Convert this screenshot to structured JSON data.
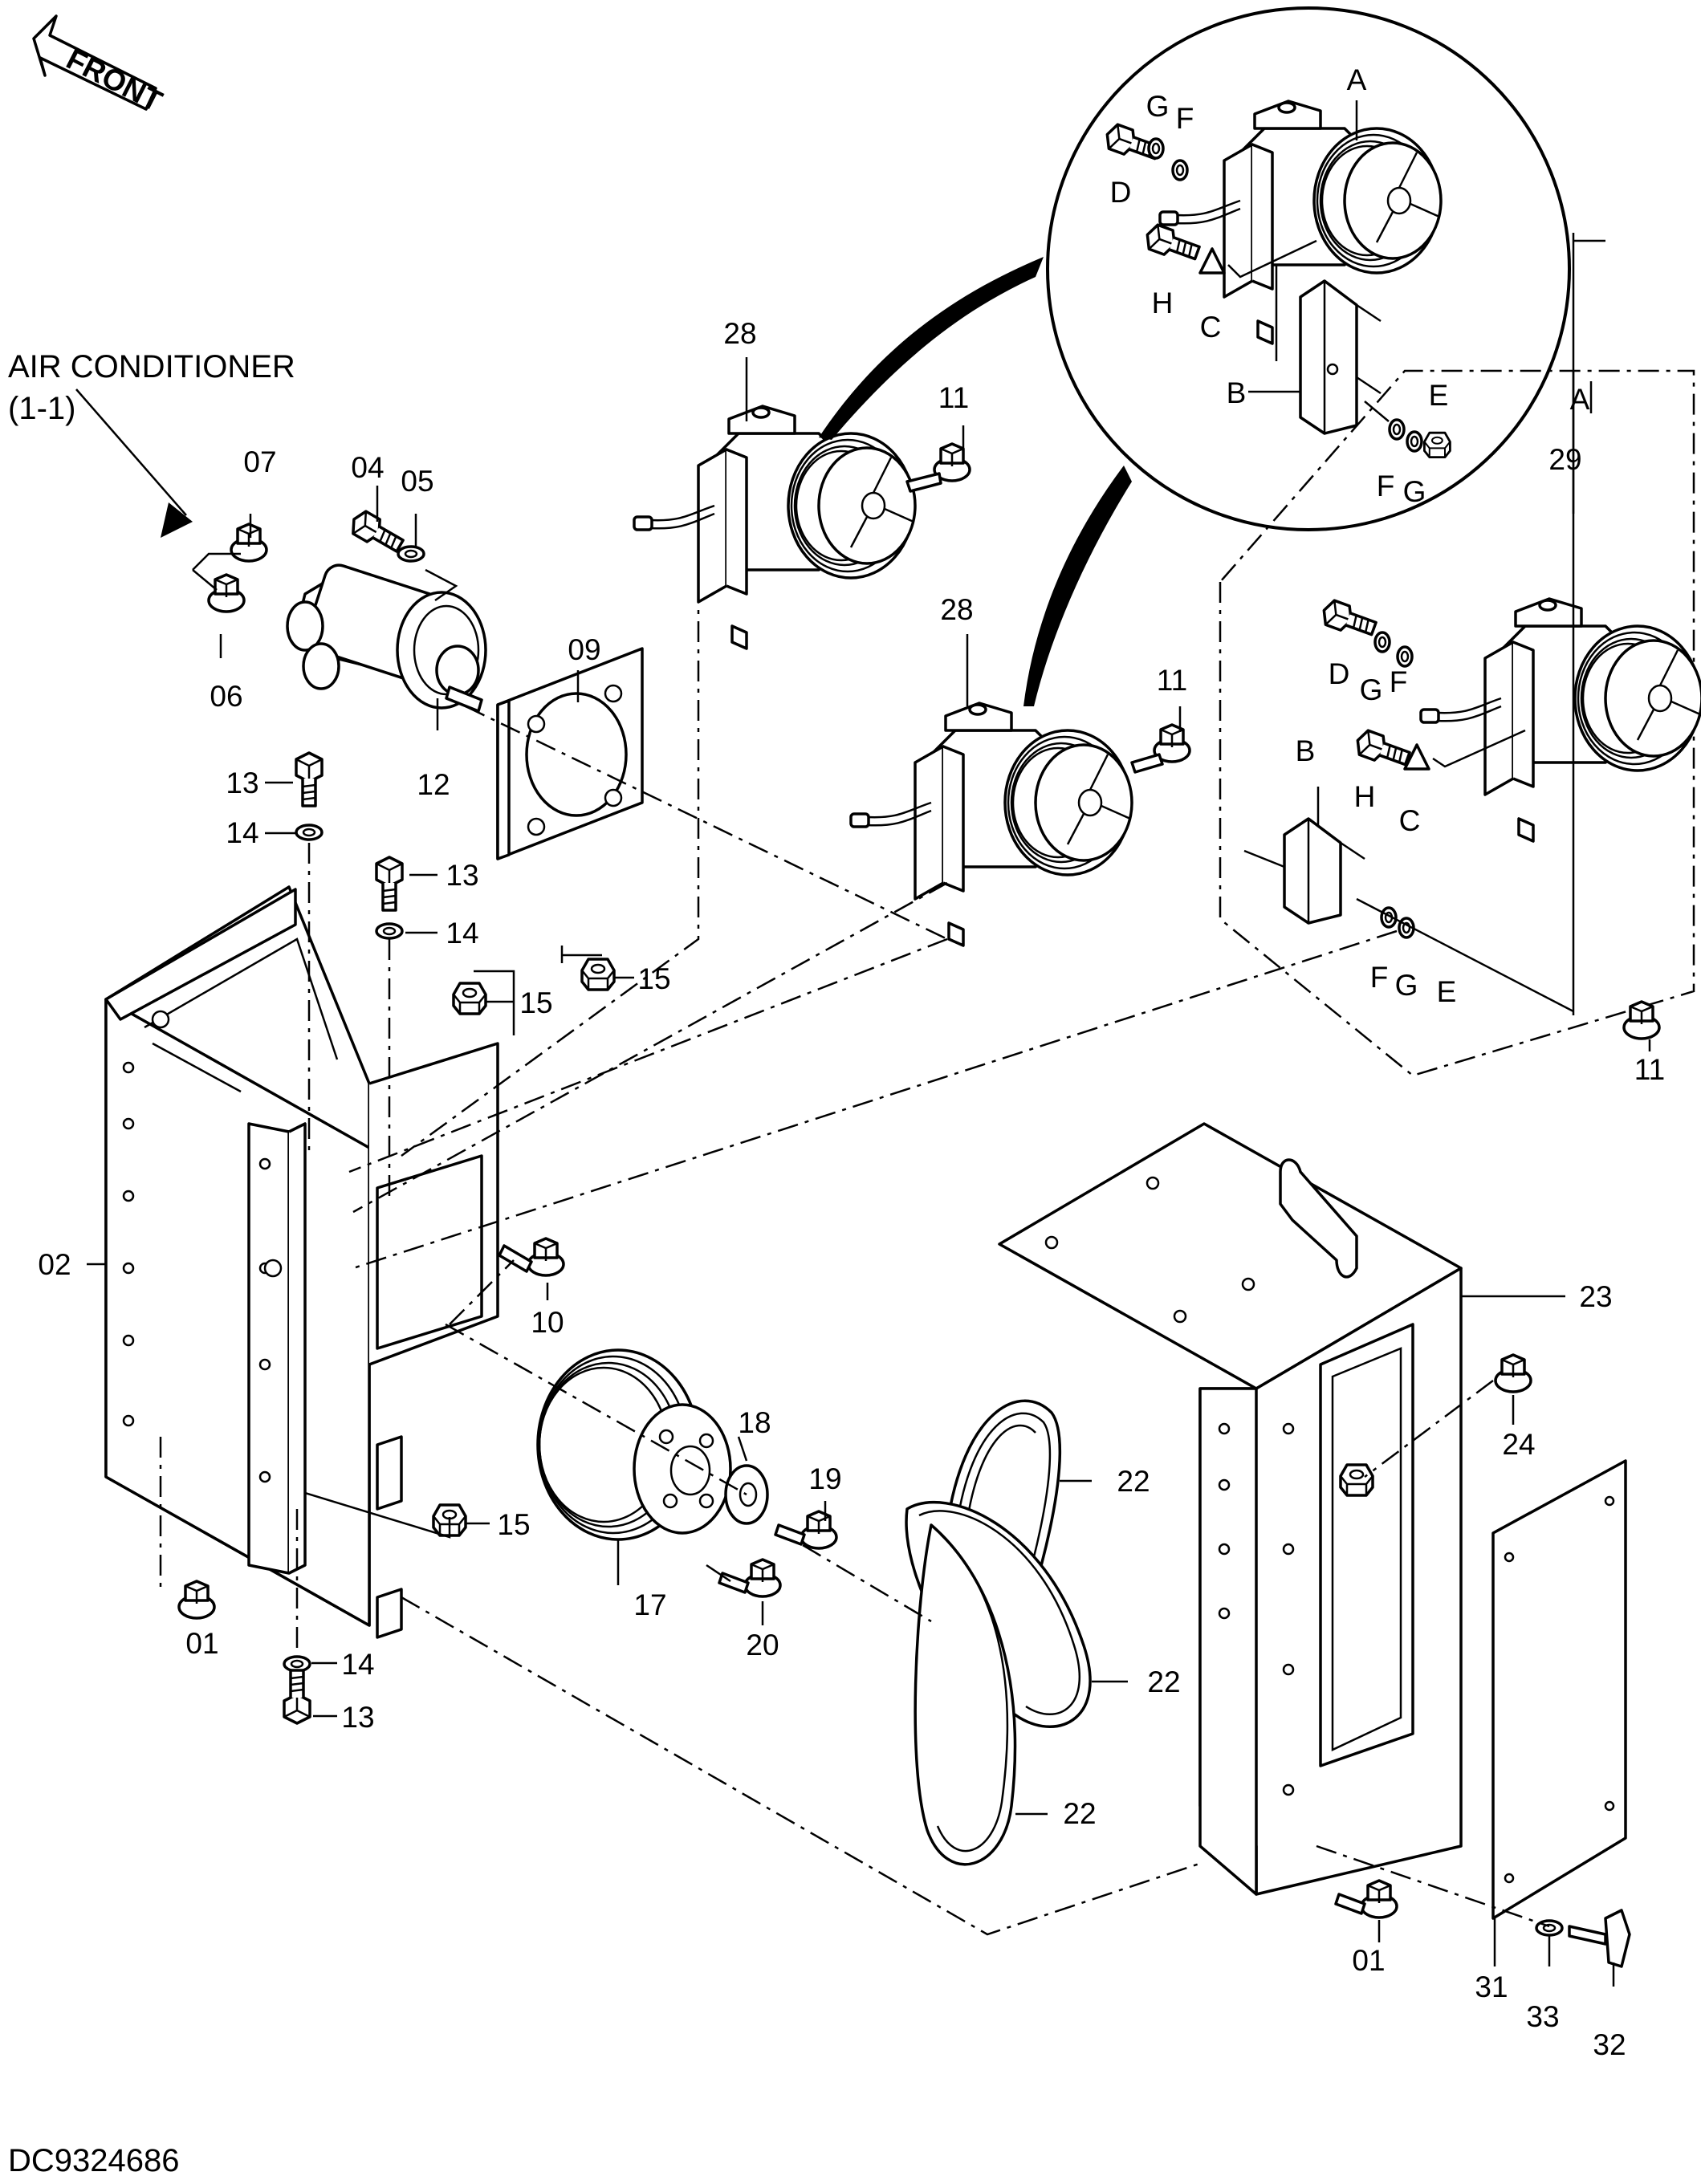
{
  "front_marker": "FRONT",
  "reference": {
    "title": "AIR CONDITIONER",
    "code": "(1-1)"
  },
  "drawing_number": "DC9324686",
  "callouts": {
    "p01_a": "01",
    "p01_b": "01",
    "p02": "02",
    "p04": "04",
    "p05": "05",
    "p06": "06",
    "p07": "07",
    "p09": "09",
    "p10": "10",
    "p11_a": "11",
    "p11_b": "11",
    "p11_c": "11",
    "p12": "12",
    "p13_a": "13",
    "p13_b": "13",
    "p13_c": "13",
    "p14_a": "14",
    "p14_b": "14",
    "p14_c": "14",
    "p15_a": "15",
    "p15_b": "15",
    "p15_c": "15",
    "p17": "17",
    "p18": "18",
    "p19": "19",
    "p20": "20",
    "p22_a": "22",
    "p22_b": "22",
    "p22_c": "22",
    "p23": "23",
    "p24": "24",
    "p28_a": "28",
    "p28_b": "28",
    "p29": "29",
    "p31": "31",
    "p32": "32",
    "p33": "33"
  },
  "detail_letters": {
    "circle": {
      "A": "A",
      "B": "B",
      "C": "C",
      "D": "D",
      "E": "E",
      "F1": "F",
      "F2": "F",
      "G1": "G",
      "G2": "G",
      "H": "H"
    },
    "kit": {
      "A": "A",
      "B": "B",
      "C": "C",
      "D": "D",
      "E": "E",
      "F1": "F",
      "F2": "F",
      "G1": "G",
      "G2": "G",
      "H": "H"
    }
  }
}
